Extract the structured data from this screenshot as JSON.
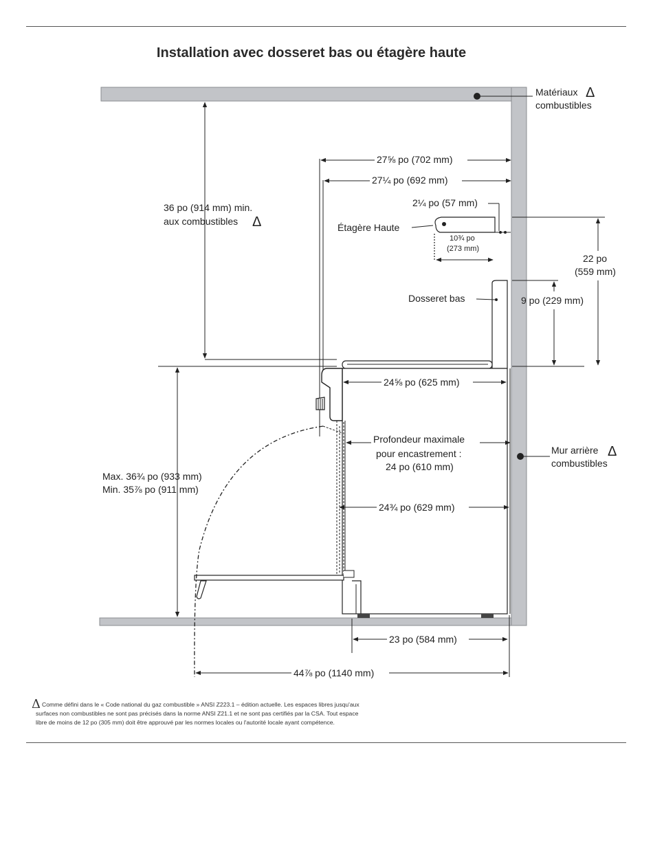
{
  "title": "Installation avec dosseret bas ou étagère haute",
  "labels": {
    "materiaux": "Matériaux",
    "combustibles_top": "combustibles",
    "delta_symbol": "Δ",
    "dim_2758": "27⅝ po (702 mm)",
    "dim_2714": "27¼ po (692 mm)",
    "dim_36_line1": "36 po (914  mm) min.",
    "dim_36_line2": "aux combustibles",
    "dim_214": "2¼ po (57 mm)",
    "etagere_haute": "Étagère Haute",
    "dim_1034_line1": "10¾ po",
    "dim_1034_line2": "(273 mm)",
    "dim_22_line1": "22 po",
    "dim_22_line2": "(559 mm)",
    "dosseret_bas": "Dosseret bas",
    "dim_9": "9 po (229 mm)",
    "dim_2458": "24⅝ po (625 mm)",
    "profondeur_line1": "Profondeur maximale",
    "profondeur_line2": "pour encastrement :",
    "profondeur_line3": "24 po (610 mm)",
    "mur_arriere": "Mur arrière",
    "combustibles_wall": "combustibles",
    "max_height": "Max. 36¾ po (933 mm)",
    "min_height": "Min. 35⅞ po (911 mm)",
    "dim_2434": "24¾ po (629 mm)",
    "dim_23": "23 po (584 mm)",
    "dim_4478": "44⅞ po (1140 mm)"
  },
  "footnote": {
    "line1": "Comme défini dans le « Code national du gaz combustible » ANSI Z223.1 – édition actuelle. Les espaces libres jusqu'aux",
    "line2": "surfaces non combustibles ne sont pas précisés dans la norme ANSI Z21.1 et ne sont pas certifiés par la CSA. Tout espace",
    "line3": "libre de moins de 12 po (305 mm) doit être approuvé par les normes locales ou l'autorité locale ayant compétence."
  },
  "colors": {
    "wall": "#c2c4c8",
    "wall_stroke": "#8a8c90",
    "line": "#222222"
  }
}
